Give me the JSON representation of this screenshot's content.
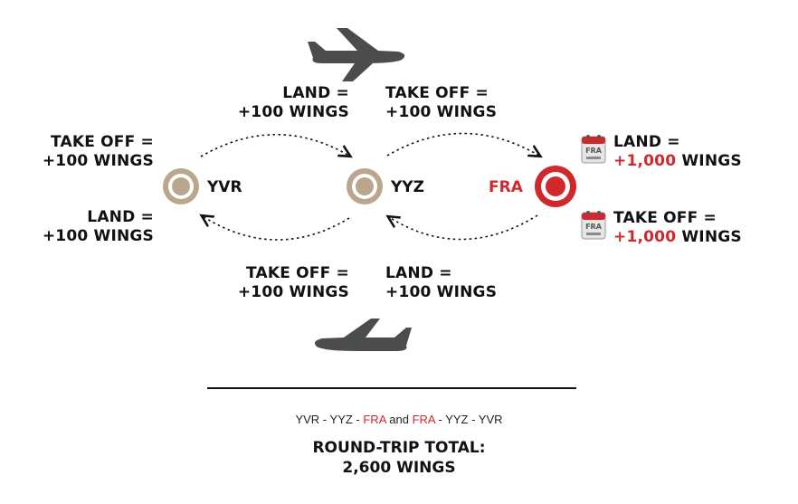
{
  "diagram": {
    "airports": {
      "origin": {
        "code": "YVR",
        "color": "#b9a68c"
      },
      "connection": {
        "code": "YYZ",
        "color": "#b9a68c"
      },
      "destination": {
        "code": "FRA",
        "color": "#d0282c"
      }
    },
    "labels": {
      "yvr_takeoff": {
        "line1": "TAKE OFF =",
        "line2": "+100 WINGS"
      },
      "yvr_land": {
        "line1": "LAND =",
        "line2": "+100 WINGS"
      },
      "yyz_land_outbound": {
        "line1": "LAND =",
        "line2": "+100 WINGS"
      },
      "yyz_takeoff_outbound": {
        "line1": "TAKE OFF =",
        "line2": "+100 WINGS"
      },
      "yyz_takeoff_return": {
        "line1": "TAKE OFF =",
        "line2": "+100 WINGS"
      },
      "yyz_land_return": {
        "line1": "LAND =",
        "line2": "+100 WINGS"
      },
      "fra_land": {
        "line1": "LAND =",
        "amount": "+1,000",
        "unit": "WINGS"
      },
      "fra_takeoff": {
        "line1": "TAKE OFF =",
        "amount": "+1,000",
        "unit": "WINGS"
      }
    },
    "calendar_badge": "FRA",
    "icons": [
      "plane-outbound-icon",
      "plane-return-icon",
      "calendar-fra-icon"
    ]
  },
  "summary": {
    "route": {
      "part1": "YVR - YYZ - ",
      "fra1": "FRA",
      "and": " and ",
      "fra2": "FRA",
      "part2": " - YYZ - YVR"
    },
    "total_line1": "ROUND-TRIP TOTAL:",
    "total_line2": "2,600 WINGS"
  },
  "colors": {
    "accent": "#d0282c",
    "neutral": "#b9a68c",
    "plane": "#4a4c4e",
    "text": "#111111"
  }
}
